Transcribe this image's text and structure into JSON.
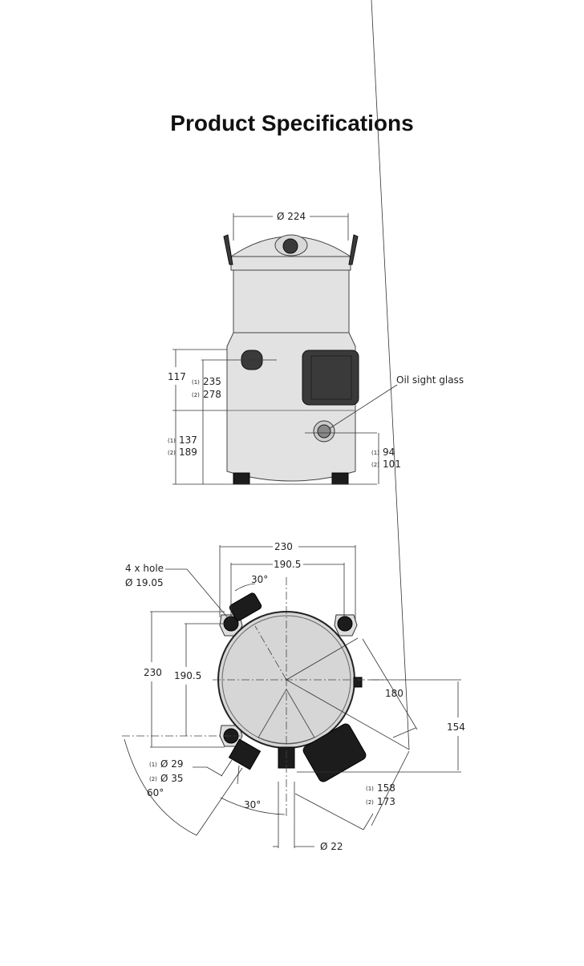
{
  "title": "Product Specifications",
  "side_view": {
    "diameter": "Ø 224",
    "height_117": "117",
    "suction_1": "235",
    "suction_2": "278",
    "discharge_1": "137",
    "discharge_2": "189",
    "oil_label": "Oil sight glass",
    "oil_1": "94",
    "oil_2": "101",
    "note_1": "(1)",
    "note_2": "(2)"
  },
  "top_view": {
    "width_230": "230",
    "width_190": "190.5",
    "hole_label_1": "4 x hole",
    "hole_label_2": "Ø 19.05",
    "angle_30_top": "30°",
    "height_230": "230",
    "height_190": "190.5",
    "dim_180": "180",
    "dim_154": "154",
    "pipe_1": "Ø 29",
    "pipe_2": "Ø 35",
    "angle_60": "60°",
    "angle_30_bottom": "30°",
    "dim_158": "158",
    "dim_173": "173",
    "pipe_22": "Ø 22",
    "note_1": "(1)",
    "note_2": "(2)"
  }
}
